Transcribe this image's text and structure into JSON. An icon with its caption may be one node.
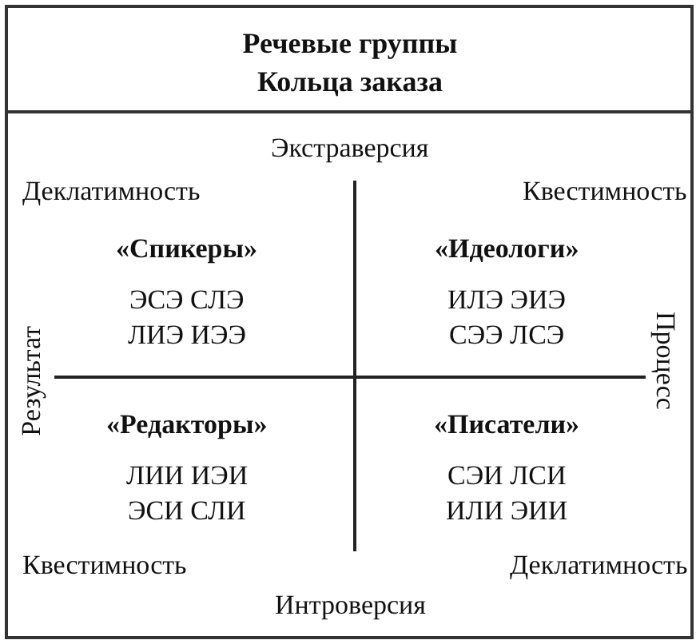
{
  "diagram": {
    "title": "Речевые группы Кольца заказа",
    "labels": [
      "Экстраверсия",
      "Деклатимность",
      "Квестимность",
      "«Спикеры»",
      "«Идеологи»",
      "ЭСЭ СЛЭ",
      "ИЛЭ ЭИЭ",
      "ЛИЭ ИЭЭ",
      "СЭЭ ЛСЭ",
      "Результат",
      "Процесс",
      "«Редакторы»",
      "«Писатели»",
      "ЛИИ ИЭИ",
      "СЭИ ЛСИ",
      "ЭСИ СЛИ",
      "ИЛИ ЭИИ",
      "Квестимность",
      "Деклатимность",
      "Интроверсия"
    ]
  }
}
